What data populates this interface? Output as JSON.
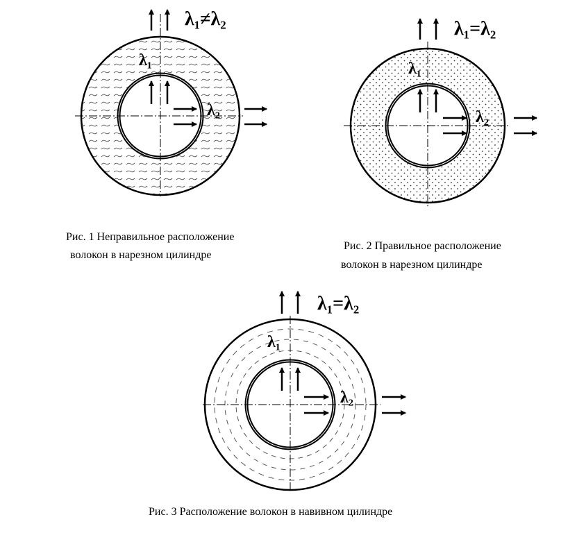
{
  "figures": [
    {
      "id": "fig1",
      "relation_label": "λ₁≠λ₂",
      "lambda1": "λ₁",
      "lambda2": "λ₂",
      "fill": "wavy-dashes",
      "caption_line1": "Рис. 1 Неправильное расположение",
      "caption_line2": "волокон в нарезном цилиндре"
    },
    {
      "id": "fig2",
      "relation_label": "λ₁=λ₂",
      "lambda1": "λ₁",
      "lambda2": "λ₂",
      "fill": "dots",
      "caption_line1": "Рис. 2 Правильное расположение",
      "caption_line2": "волокон в нарезном цилиндре"
    },
    {
      "id": "fig3",
      "relation_label": "λ₁=λ₂",
      "lambda1": "λ₁",
      "lambda2": "λ₂",
      "fill": "concentric-dashes",
      "caption_line1": "Рис. 3 Расположение волокон в навивном цилиндре"
    }
  ]
}
